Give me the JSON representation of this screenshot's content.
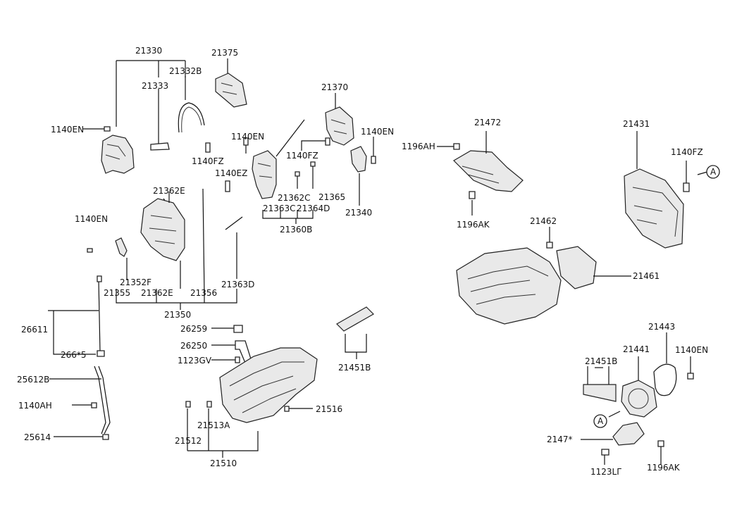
{
  "callouts": {
    "c21330": "21330",
    "c21333": "21333",
    "c21332B": "21332B",
    "c21375": "21375",
    "c1140EN_a": "1140EN",
    "c1140FZ_a": "1140FZ",
    "c1140EZ": "1140EZ",
    "c1140EN_b": "1140EN",
    "c21370": "21370",
    "c1140EN_c": "1140EN",
    "c1140FZ_b": "1140FZ",
    "c21362C": "21362C",
    "c21365": "21365",
    "c21363C": "21363C",
    "c21364D": "21364D",
    "c21360B": "21360B",
    "c21340": "21340",
    "c21362E_a": "21362E",
    "c1140EN_d": "1140EN",
    "c21352F": "21352F",
    "c21355": "21355",
    "c21362E_b": "21362E",
    "c21356": "21356",
    "c21363D": "21363D",
    "c21350": "21350",
    "c26611": "26611",
    "c266x5": "266*5",
    "c25612B": "25612B",
    "c1140AH": "1140AH",
    "c25614": "25614",
    "c26259": "26259",
    "c26250": "26250",
    "c1123GV": "1123GV",
    "c21512": "21512",
    "c21513A": "21513A",
    "c21510": "21510",
    "c21516": "21516",
    "c21451B_a": "21451B",
    "c1196AH": "1196AH",
    "c21472": "21472",
    "c1196AK_a": "1196AK",
    "c21431": "21431",
    "c1140FZ_c": "1140FZ",
    "cA_a": "A",
    "c21462": "21462",
    "c21461": "21461",
    "c21443": "21443",
    "c21441": "21441",
    "c1140EN_e": "1140EN",
    "c21451B_b": "21451B",
    "cA_b": "A",
    "c2147x": "2147*",
    "c1123LF": "1123LГ",
    "c1196AK_b": "1196AK"
  }
}
